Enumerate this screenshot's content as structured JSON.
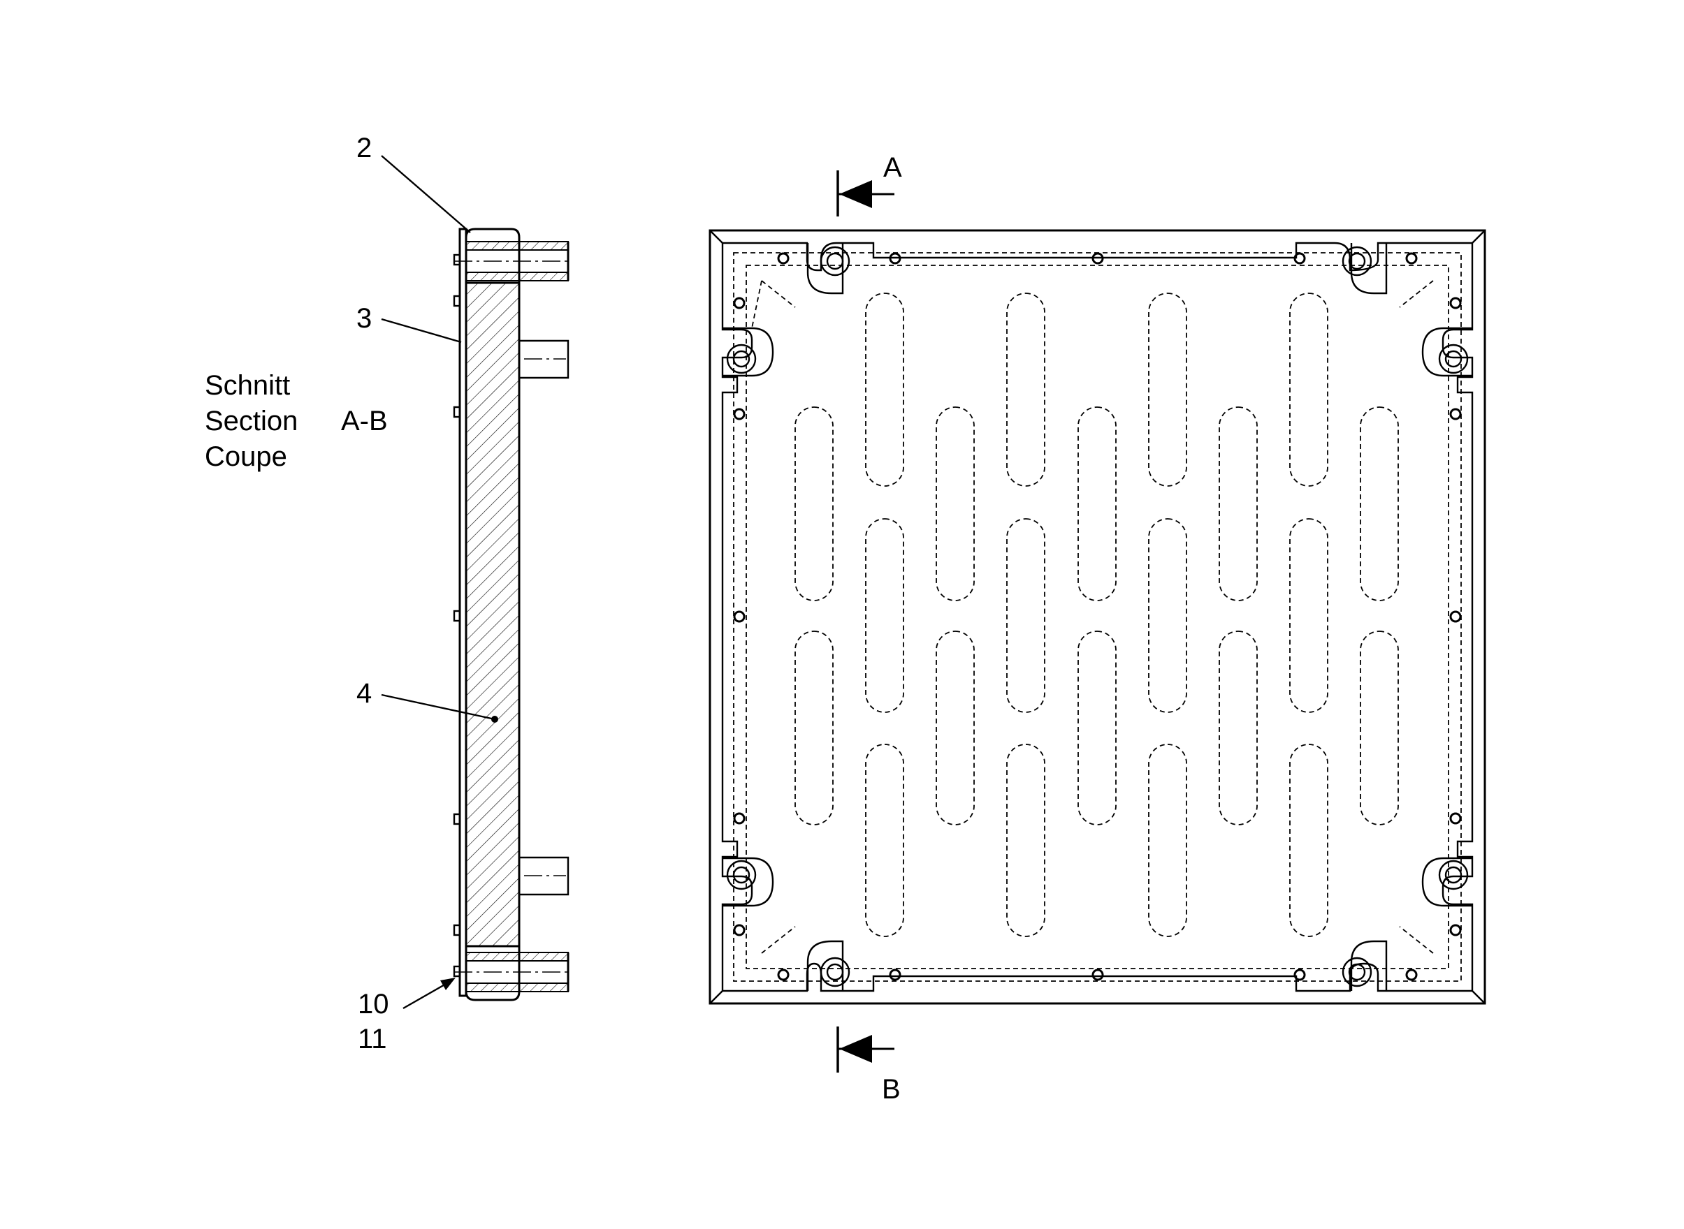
{
  "callouts": {
    "item2": "2",
    "item3": "3",
    "item4": "4",
    "item10": "10",
    "item11": "11"
  },
  "section_caption": {
    "line1": "Schnitt",
    "line2": "Section",
    "line3": "Coupe",
    "name": "A-B"
  },
  "cut_marks": {
    "top": "A",
    "bottom": "B"
  }
}
